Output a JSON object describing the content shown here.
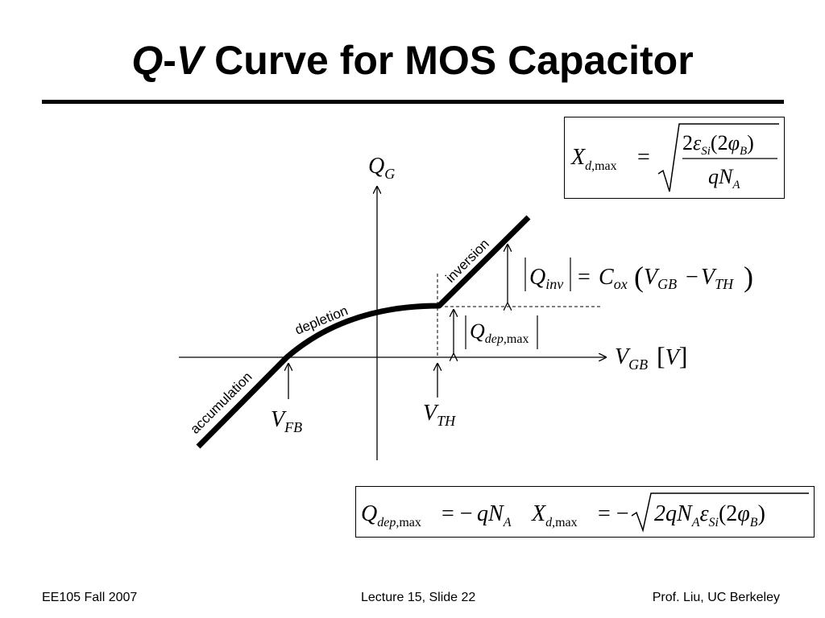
{
  "slide": {
    "title_italic_q": "Q",
    "title_dash": "-",
    "title_italic_v": "V",
    "title_rest": " Curve for MOS Capacitor"
  },
  "diagram": {
    "y_axis_label": "Q",
    "y_axis_sub": "G",
    "x_axis_label": "V",
    "x_axis_sub": "GB",
    "x_axis_unit": "V",
    "region_accumulation": "accumulation",
    "region_depletion": "depletion",
    "region_inversion": "inversion",
    "vfb_label": "V",
    "vfb_sub": "FB",
    "vth_label": "V",
    "vth_sub": "TH",
    "qinv_eq": {
      "q": "Q",
      "q_sub": "inv",
      "eq": "=",
      "c": "C",
      "c_sub": "ox",
      "v1": "V",
      "v1_sub": "GB",
      "minus": "−",
      "v2": "V",
      "v2_sub": "TH"
    },
    "qdep_label": {
      "q": "Q",
      "q_sub": "dep",
      "q_sub2": ",max"
    }
  },
  "equations": {
    "xd": {
      "x": "X",
      "x_sub": "d",
      "x_sub2": ",max",
      "eq": "=",
      "num_2": "2",
      "num_eps": "ε",
      "num_eps_sub": "Si",
      "num_paren": "(2",
      "num_phi": "φ",
      "num_phi_sub": "B",
      "num_close": ")",
      "den_q": "qN",
      "den_sub": "A"
    },
    "qdep": {
      "q": "Q",
      "q_sub": "dep",
      "q_sub2": ",max",
      "eq1": "= −",
      "qn": "qN",
      "qn_sub": "A",
      "x": "X",
      "x_sub": "d",
      "x_sub2": ",max",
      "eq2": "= −",
      "r_2q": "2qN",
      "r_sub": "A",
      "r_eps": "ε",
      "r_eps_sub": "Si",
      "r_paren": "(2",
      "r_phi": "φ",
      "r_phi_sub": "B",
      "r_close": ")"
    }
  },
  "footer": {
    "left": "EE105 Fall 2007",
    "center": "Lecture 15, Slide 22",
    "right": "Prof. Liu, UC Berkeley"
  }
}
